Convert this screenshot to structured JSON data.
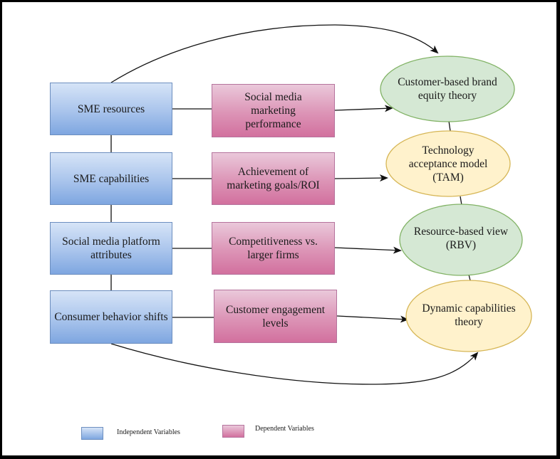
{
  "diagram": {
    "independent_variables": [
      "SME resources",
      "SME capabilities",
      "Social media platform attributes",
      "Consumer behavior shifts"
    ],
    "dependent_variables": [
      "Social media marketing performance",
      "Achievement of marketing goals/ROI",
      "Competitiveness vs. larger firms",
      "Customer engagement levels"
    ],
    "theories": [
      "Customer-based brand equity theory",
      "Technology acceptance model (TAM)",
      "Resource-based view (RBV)",
      "Dynamic capabilities theory"
    ],
    "edges": [
      {
        "from": "SME resources",
        "to": "Social media marketing performance",
        "type": "line"
      },
      {
        "from": "Social media marketing performance",
        "to": "Customer-based brand equity theory",
        "type": "arrow"
      },
      {
        "from": "SME capabilities",
        "to": "Achievement of marketing goals/ROI",
        "type": "line"
      },
      {
        "from": "Achievement of marketing goals/ROI",
        "to": "Technology acceptance model (TAM)",
        "type": "arrow"
      },
      {
        "from": "Social media platform attributes",
        "to": "Competitiveness vs. larger firms",
        "type": "line"
      },
      {
        "from": "Competitiveness vs. larger firms",
        "to": "Resource-based view (RBV)",
        "type": "arrow"
      },
      {
        "from": "Consumer behavior shifts",
        "to": "Customer engagement levels",
        "type": "line"
      },
      {
        "from": "Customer engagement levels",
        "to": "Dynamic capabilities theory",
        "type": "arrow"
      },
      {
        "from": "SME resources",
        "to": "Customer-based brand equity theory",
        "type": "curved-arrow"
      },
      {
        "from": "Consumer behavior shifts",
        "to": "Dynamic capabilities theory",
        "type": "curved-arrow"
      },
      {
        "from": "SME resources",
        "to": "SME capabilities",
        "type": "line"
      },
      {
        "from": "SME capabilities",
        "to": "Social media platform attributes",
        "type": "line"
      },
      {
        "from": "Social media platform attributes",
        "to": "Consumer behavior shifts",
        "type": "line"
      },
      {
        "from": "Customer-based brand equity theory",
        "to": "Technology acceptance model (TAM)",
        "type": "line"
      },
      {
        "from": "Technology acceptance model (TAM)",
        "to": "Resource-based view (RBV)",
        "type": "line"
      },
      {
        "from": "Resource-based view (RBV)",
        "to": "Dynamic capabilities theory",
        "type": "line"
      }
    ],
    "colors": {
      "independent_fill": "#a9c4ec",
      "independent_stroke": "#6c8ebf",
      "dependent_fill": "#dc94b6",
      "dependent_stroke": "#b5739d",
      "theory_green_fill": "#d5e8d4",
      "theory_green_stroke": "#82b366",
      "theory_yellow_fill": "#fff2cc",
      "theory_yellow_stroke": "#d6b656",
      "frame": "#000000"
    }
  },
  "legend": {
    "independent_label": "Independent Variables",
    "dependent_label": "Dependent Variables"
  }
}
